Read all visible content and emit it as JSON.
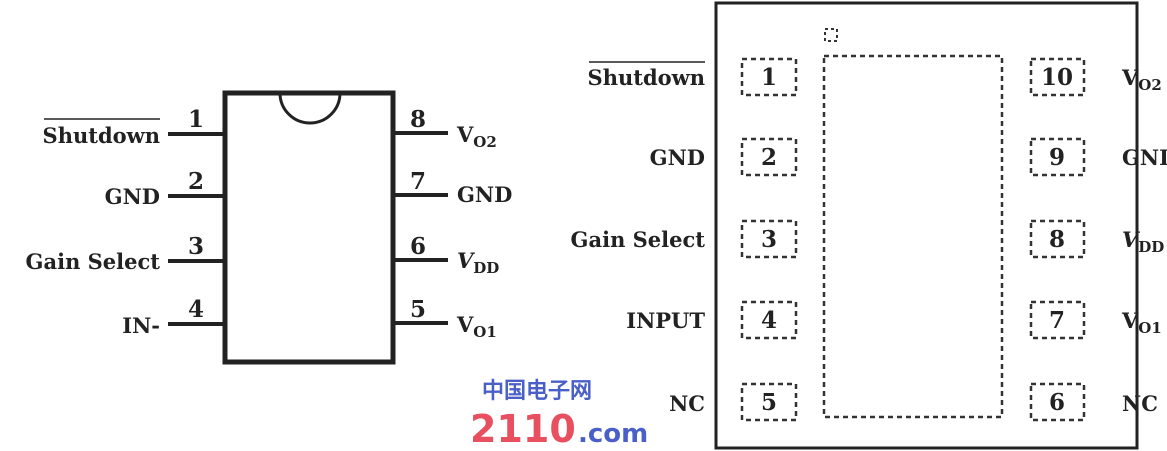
{
  "dip8": {
    "left_pins": [
      {
        "num": "1",
        "label": "Shutdown",
        "overbar": true
      },
      {
        "num": "2",
        "label": "GND"
      },
      {
        "num": "3",
        "label": "Gain Select"
      },
      {
        "num": "4",
        "label": "IN-"
      }
    ],
    "right_pins": [
      {
        "num": "8",
        "label": "V",
        "sub": "O2"
      },
      {
        "num": "7",
        "label": "GND"
      },
      {
        "num": "6",
        "label": "V",
        "sub": "DD",
        "italic": true
      },
      {
        "num": "5",
        "label": "V",
        "sub": "O1"
      }
    ]
  },
  "qfn10": {
    "left_pins": [
      {
        "num": "1",
        "label": "Shutdown",
        "overbar": true
      },
      {
        "num": "2",
        "label": "GND"
      },
      {
        "num": "3",
        "label": "Gain Select"
      },
      {
        "num": "4",
        "label": "INPUT"
      },
      {
        "num": "5",
        "label": "NC"
      }
    ],
    "right_pins": [
      {
        "num": "10",
        "label": "V",
        "sub": "O2"
      },
      {
        "num": "9",
        "label": "GND"
      },
      {
        "num": "8",
        "label": "V",
        "sub": "DD",
        "italic": true
      },
      {
        "num": "7",
        "label": "V",
        "sub": "O1"
      },
      {
        "num": "6",
        "label": "NC"
      }
    ]
  },
  "watermark": {
    "number": "2110",
    "domain": ".com",
    "chinese": "中国电子网"
  },
  "colors": {
    "ink": "#222222",
    "watermark_red": "#e8505f",
    "watermark_blue": "#4a5fc8"
  }
}
